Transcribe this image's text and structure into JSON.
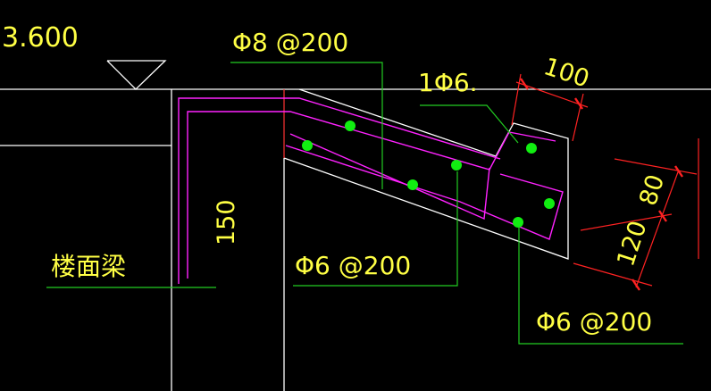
{
  "colors": {
    "background": "#000000",
    "concrete_outline": "#ffffff",
    "rebar": "#ff22ff",
    "leader": "#22cc22",
    "text": "#ffff44",
    "dimension": "#ff2222",
    "rebar_dot": "#11ee11",
    "section_line": "#ff3333"
  },
  "labels": {
    "elevation": "3.600",
    "rebar_top": "Φ8 @200",
    "rebar_single": "1Φ6.",
    "rebar_mid": "Φ6 @200",
    "rebar_bottom": "Φ6 @200",
    "beam_name": "楼面梁",
    "dim_150": "150",
    "dim_100": "100",
    "dim_80": "80",
    "dim_120": "120"
  }
}
